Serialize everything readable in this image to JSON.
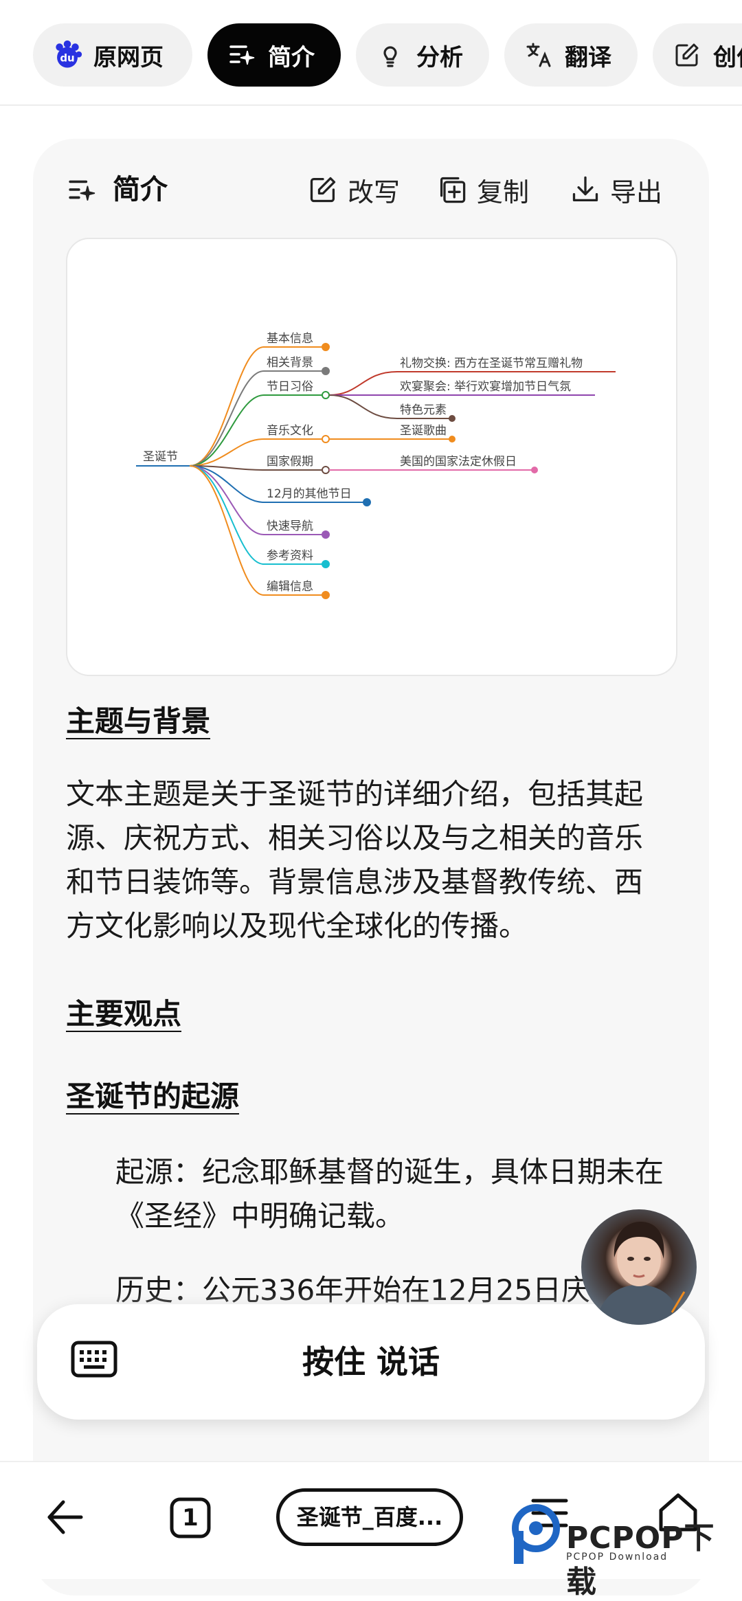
{
  "tabs": [
    {
      "label": "原网页",
      "icon": "baidu-paw-icon",
      "active": false
    },
    {
      "label": "简介",
      "icon": "summary-sparkle-icon",
      "active": true
    },
    {
      "label": "分析",
      "icon": "lightbulb-icon",
      "active": false
    },
    {
      "label": "翻译",
      "icon": "translate-icon",
      "active": false
    },
    {
      "label": "创作",
      "icon": "edit-icon",
      "active": false
    }
  ],
  "card": {
    "title": "简介",
    "actions": {
      "rewrite": "改写",
      "copy": "复制",
      "export": "导出"
    }
  },
  "mindmap": {
    "root": "圣诞节",
    "branches": [
      {
        "label": "基本信息",
        "color": "#f08c1e"
      },
      {
        "label": "相关背景",
        "color": "#7a7a7a"
      },
      {
        "label": "节日习俗",
        "color": "#2e9a3e",
        "children": [
          {
            "label": "礼物交换: 西方在圣诞节常互赠礼物",
            "color": "#c0392b"
          },
          {
            "label": "欢宴聚会: 举行欢宴增加节日气氛",
            "color": "#8e44ad"
          },
          {
            "label": "特色元素",
            "color": "#6d4c41"
          }
        ]
      },
      {
        "label": "音乐文化",
        "color": "#f08c1e",
        "children": [
          {
            "label": "圣诞歌曲",
            "color": "#f08c1e"
          }
        ]
      },
      {
        "label": "国家假期",
        "color": "#6d4c41",
        "children": [
          {
            "label": "美国的国家法定休假日",
            "color": "#e26aa8"
          }
        ]
      },
      {
        "label": "12月的其他节日",
        "color": "#1f6fb2"
      },
      {
        "label": "快速导航",
        "color": "#9b59b6"
      },
      {
        "label": "参考资料",
        "color": "#17becf"
      },
      {
        "label": "编辑信息",
        "color": "#f08c1e"
      }
    ]
  },
  "content": {
    "h_theme": "主题与背景",
    "p_theme": "文本主题是关于圣诞节的详细介绍，包括其起源、庆祝方式、相关习俗以及与之相关的音乐和节日装饰等。背景信息涉及基督教传统、西方文化影响以及现代全球化的传播。",
    "h_points": "主要观点",
    "h_origin": "圣诞节的起源",
    "b_origin": "起源：纪念耶稣基督的诞生，具体日期未在《圣经》中明确记载。",
    "b_history": "历史：公元336年开始在12月25日庆"
  },
  "voice": {
    "label": "按住 说话",
    "icon": "keyboard-icon"
  },
  "navbar": {
    "tab_count": "1",
    "url_title": "圣诞节_百度..."
  },
  "watermark": {
    "brand": "PCPOP下载",
    "sub": "PCPOP Download"
  },
  "colors": {
    "active_tab": "#050505",
    "card_bg": "#f7f7f7"
  }
}
